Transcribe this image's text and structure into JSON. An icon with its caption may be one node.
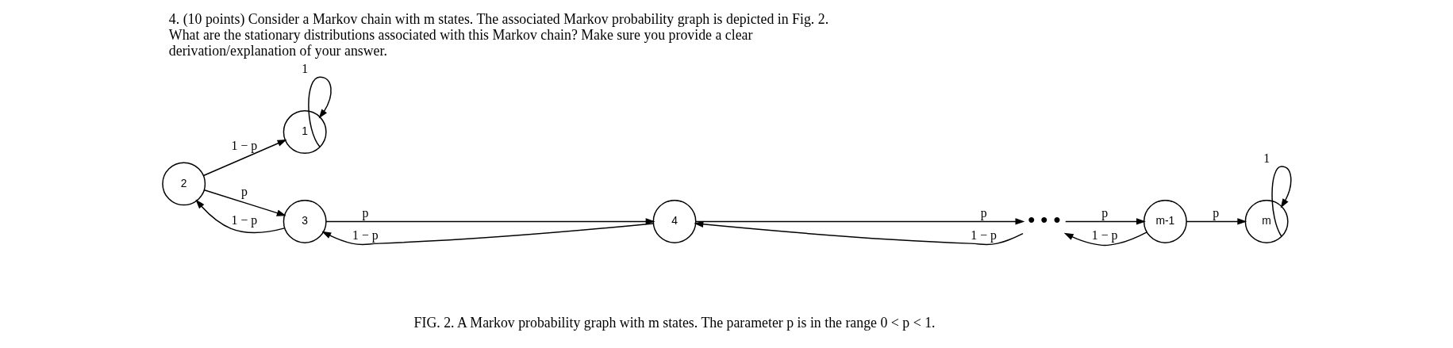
{
  "diagram": {
    "title": "4. (10 points) Consider a Markov chain with m states. The associated Markov probability graph is depicted in Fig. 2. What are the stationary distributions associated with this Markov chain? Make sure you provide a clear derivation/explanation of your answer.",
    "caption": "FIG. 2. A Markov probability graph with m states. The parameter p is in the range 0 < p < 1.",
    "nodes": [
      {
        "text": [
          "1"
        ]
      },
      {
        "text": [
          "2"
        ]
      },
      {
        "text": [
          "3"
        ]
      },
      {
        "text": [
          "4"
        ]
      },
      {
        "text": [
          "• • •"
        ]
      },
      {
        "text": [
          "m-1"
        ]
      },
      {
        "text": [
          "m"
        ]
      }
    ],
    "edges": [
      {
        "from": 0,
        "to": 0,
        "arrow": "to",
        "label": "1"
      },
      {
        "from": 1,
        "to": 0,
        "arrow": "to",
        "label": "1 − p"
      },
      {
        "from": 1,
        "to": 2,
        "arrow": "to",
        "label": "p"
      },
      {
        "from": 2,
        "to": 1,
        "arrow": "to",
        "label": "1 − p"
      },
      {
        "from": 2,
        "to": 3,
        "arrow": "to",
        "label": "p"
      },
      {
        "from": 3,
        "to": 2,
        "arrow": "to",
        "label": "1 − p"
      },
      {
        "from": 3,
        "to": 4,
        "arrow": "to",
        "label": "p"
      },
      {
        "from": 4,
        "to": 3,
        "arrow": "to",
        "label": "1 − p"
      },
      {
        "from": 4,
        "to": 5,
        "arrow": "to",
        "label": "p"
      },
      {
        "from": 5,
        "to": 4,
        "arrow": "to",
        "label": "1 − p"
      },
      {
        "from": 5,
        "to": 6,
        "arrow": "to",
        "label": "p"
      },
      {
        "from": 6,
        "to": 6,
        "arrow": "to",
        "label": "1"
      }
    ]
  }
}
